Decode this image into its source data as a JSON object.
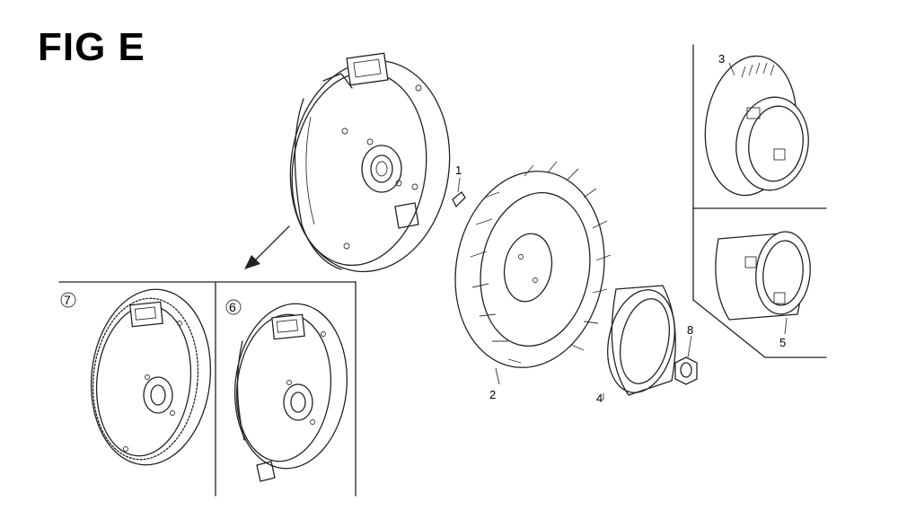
{
  "figure": {
    "title": "FIG E"
  },
  "callouts": {
    "c1": "1",
    "c2": "2",
    "c3": "3",
    "c4": "4",
    "c5": "5",
    "c6": "6",
    "c7": "7",
    "c8": "8"
  }
}
